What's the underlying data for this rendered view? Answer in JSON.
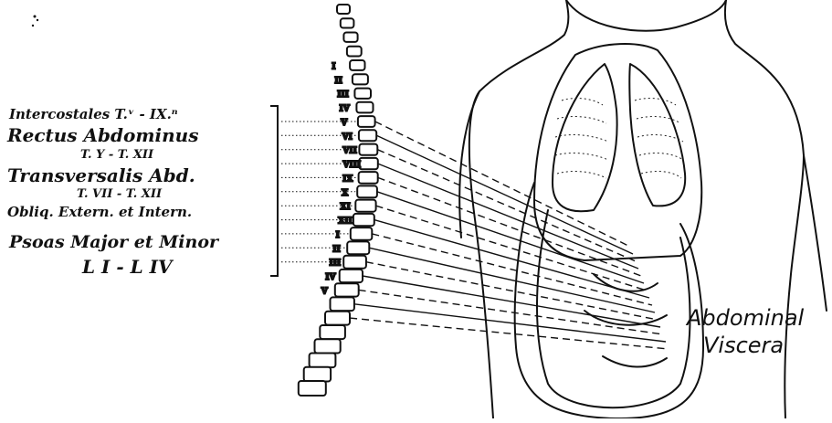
{
  "labels": {
    "intercostales": "Intercostales T.ᵛ - IX.ⁿ",
    "rectus": "Rectus Abdominus",
    "rectus_range": "T. Y - T. XII",
    "transversalis": "Transversalis Abd.",
    "transversalis_range": "T. VII - T. XII",
    "obliq": "Obliq. Extern. et Intern.",
    "psoas": "Psoas Major et Minor",
    "psoas_range": "L I - L IV",
    "viscera_line1": "Abdominal",
    "viscera_line2": "Viscera"
  },
  "vertebra_marks": [
    "I",
    "II",
    "III",
    "IV",
    "V",
    "VI",
    "VII",
    "VIII",
    "IX",
    "X",
    "XI",
    "XII",
    "I",
    "II",
    "III",
    "IV",
    "V"
  ],
  "colors": {
    "ink": "#111111",
    "paper": "#ffffff"
  }
}
